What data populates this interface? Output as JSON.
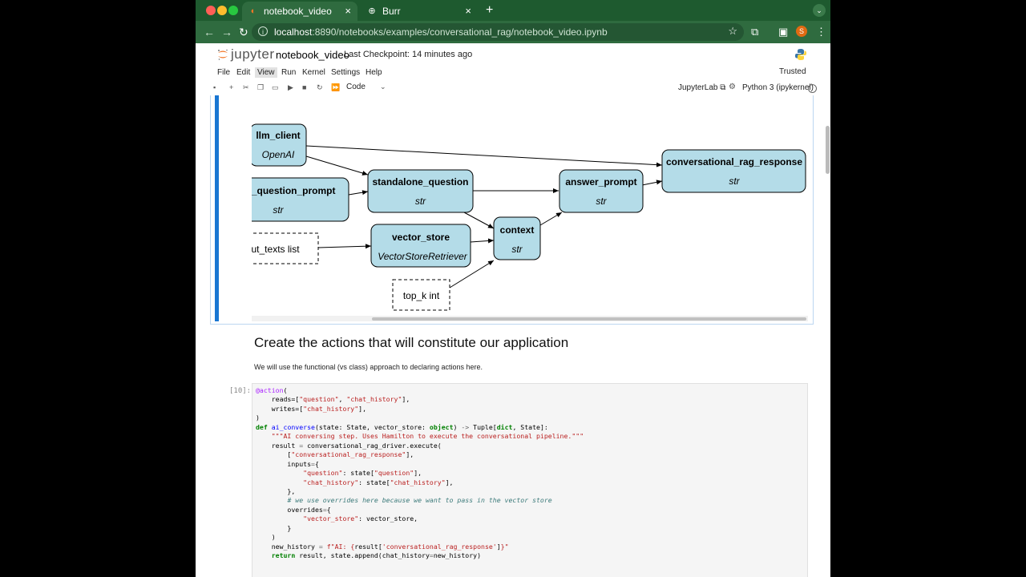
{
  "browser": {
    "tabs": [
      {
        "title": "notebook_video",
        "active": true
      },
      {
        "title": "Burr",
        "active": false
      }
    ],
    "url_host": "localhost",
    "url_rest": ":8890/notebooks/examples/conversational_rag/notebook_video.ipynb",
    "profile_initial": "S"
  },
  "jupyter": {
    "logo_text": "jupyter",
    "notebook_name": "notebook_video",
    "checkpoint": "Last Checkpoint: 14 minutes ago",
    "menu": [
      "File",
      "Edit",
      "View",
      "Run",
      "Kernel",
      "Settings",
      "Help"
    ],
    "selected_menu": "View",
    "trusted": "Trusted",
    "cell_type": "Code",
    "jupyterlab_label": "JupyterLab",
    "kernel": "Python 3 (ipykernel)"
  },
  "graph": {
    "nodes": [
      {
        "id": "llm_client",
        "name": "llm_client",
        "type": "OpenAI"
      },
      {
        "id": "standalone_question_prompt",
        "name": "standalone_question_prompt",
        "type": "str"
      },
      {
        "id": "standalone_question",
        "name": "standalone_question",
        "type": "str"
      },
      {
        "id": "vector_store",
        "name": "vector_store",
        "type": "VectorStoreRetriever"
      },
      {
        "id": "context",
        "name": "context",
        "type": "str"
      },
      {
        "id": "answer_prompt",
        "name": "answer_prompt",
        "type": "str"
      },
      {
        "id": "conversational_rag_response",
        "name": "conversational_rag_response",
        "type": "str"
      }
    ],
    "inputs": [
      {
        "id": "input_texts",
        "label": "input_texts list"
      },
      {
        "id": "top_k",
        "label": "top_k int"
      }
    ]
  },
  "markdown": {
    "heading": "Create the actions that will constitute our application",
    "text": "We will use the functional (vs class) approach to declaring actions here."
  },
  "code_cell": {
    "prompt": "[10]:"
  },
  "colors": {
    "tab_bar": "#1e5a2f",
    "address_bar": "#2f6b3f",
    "node_fill": "#b4dce8",
    "active_cell": "#1976d2"
  }
}
